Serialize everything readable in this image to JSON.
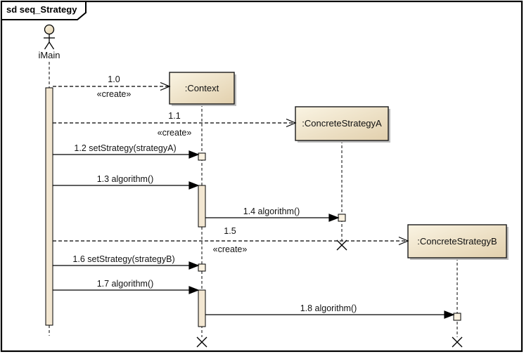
{
  "frame": {
    "title": "sd seq_Strategy"
  },
  "actor": {
    "name": "iMain"
  },
  "objects": [
    {
      "name": ":Context"
    },
    {
      "name": ":ConcreteStrategyA"
    },
    {
      "name": ":ConcreteStrategyB"
    }
  ],
  "messages": [
    {
      "label": "1.0",
      "stereotype": "«create»",
      "kind": "create"
    },
    {
      "label": "1.1",
      "stereotype": "«create»",
      "kind": "create"
    },
    {
      "label": "1.2 setStrategy(strategyA)",
      "kind": "call"
    },
    {
      "label": "1.3 algorithm()",
      "kind": "call"
    },
    {
      "label": "1.4 algorithm()",
      "kind": "call"
    },
    {
      "label": "1.5",
      "stereotype": "«create»",
      "kind": "create"
    },
    {
      "label": "1.6 setStrategy(strategyB)",
      "kind": "call"
    },
    {
      "label": "1.7 algorithm()",
      "kind": "call"
    },
    {
      "label": "1.8 algorithm()",
      "kind": "call"
    }
  ],
  "colors": {
    "box_gradient_top": "#faf4e3",
    "box_gradient_bottom": "#e2d0ad",
    "activation_fill": "#f3e7d2",
    "occurrence_fill": "#f9f1e0",
    "shadow": "#bdbdbd",
    "line": "#000000"
  }
}
